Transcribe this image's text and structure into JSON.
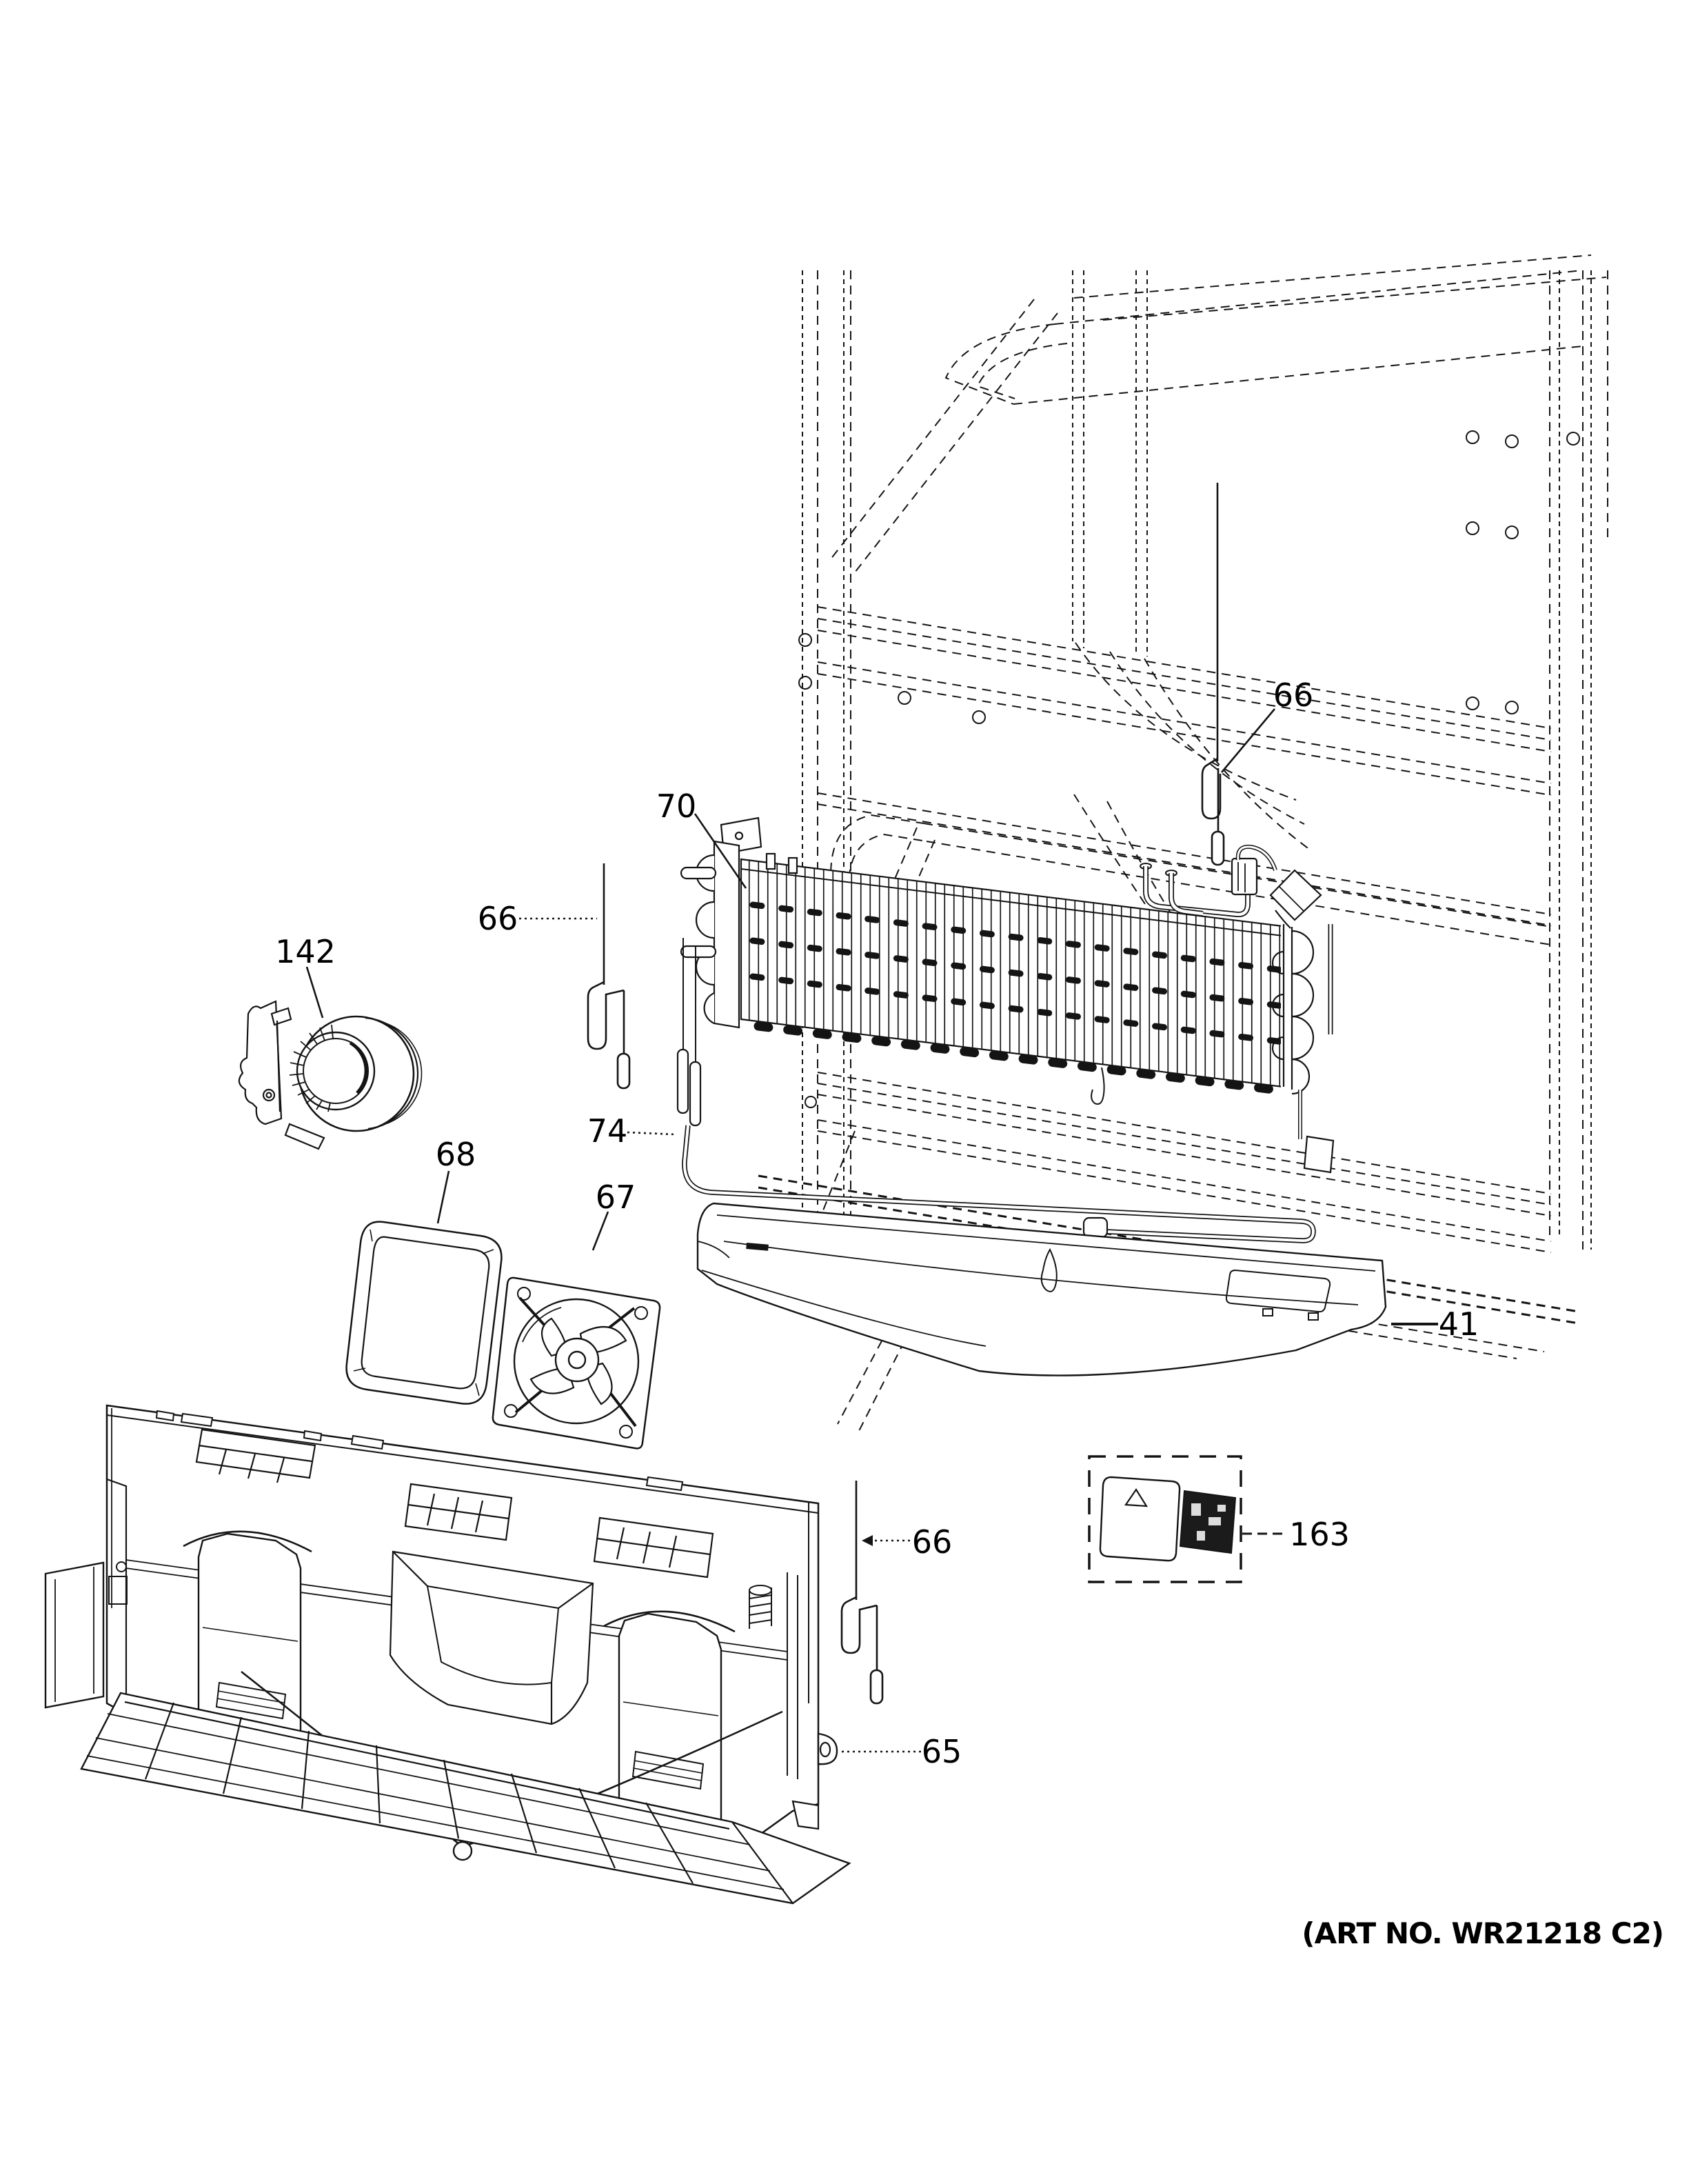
{
  "diagram": {
    "art_no": "(ART NO. WR21218 C2)"
  },
  "callouts": {
    "c70": "70",
    "c66_top": "66",
    "c66_left": "66",
    "c66_middle": "66",
    "c142": "142",
    "c68": "68",
    "c67": "67",
    "c74": "74",
    "c41": "41",
    "c65": "65",
    "c163": "163"
  }
}
